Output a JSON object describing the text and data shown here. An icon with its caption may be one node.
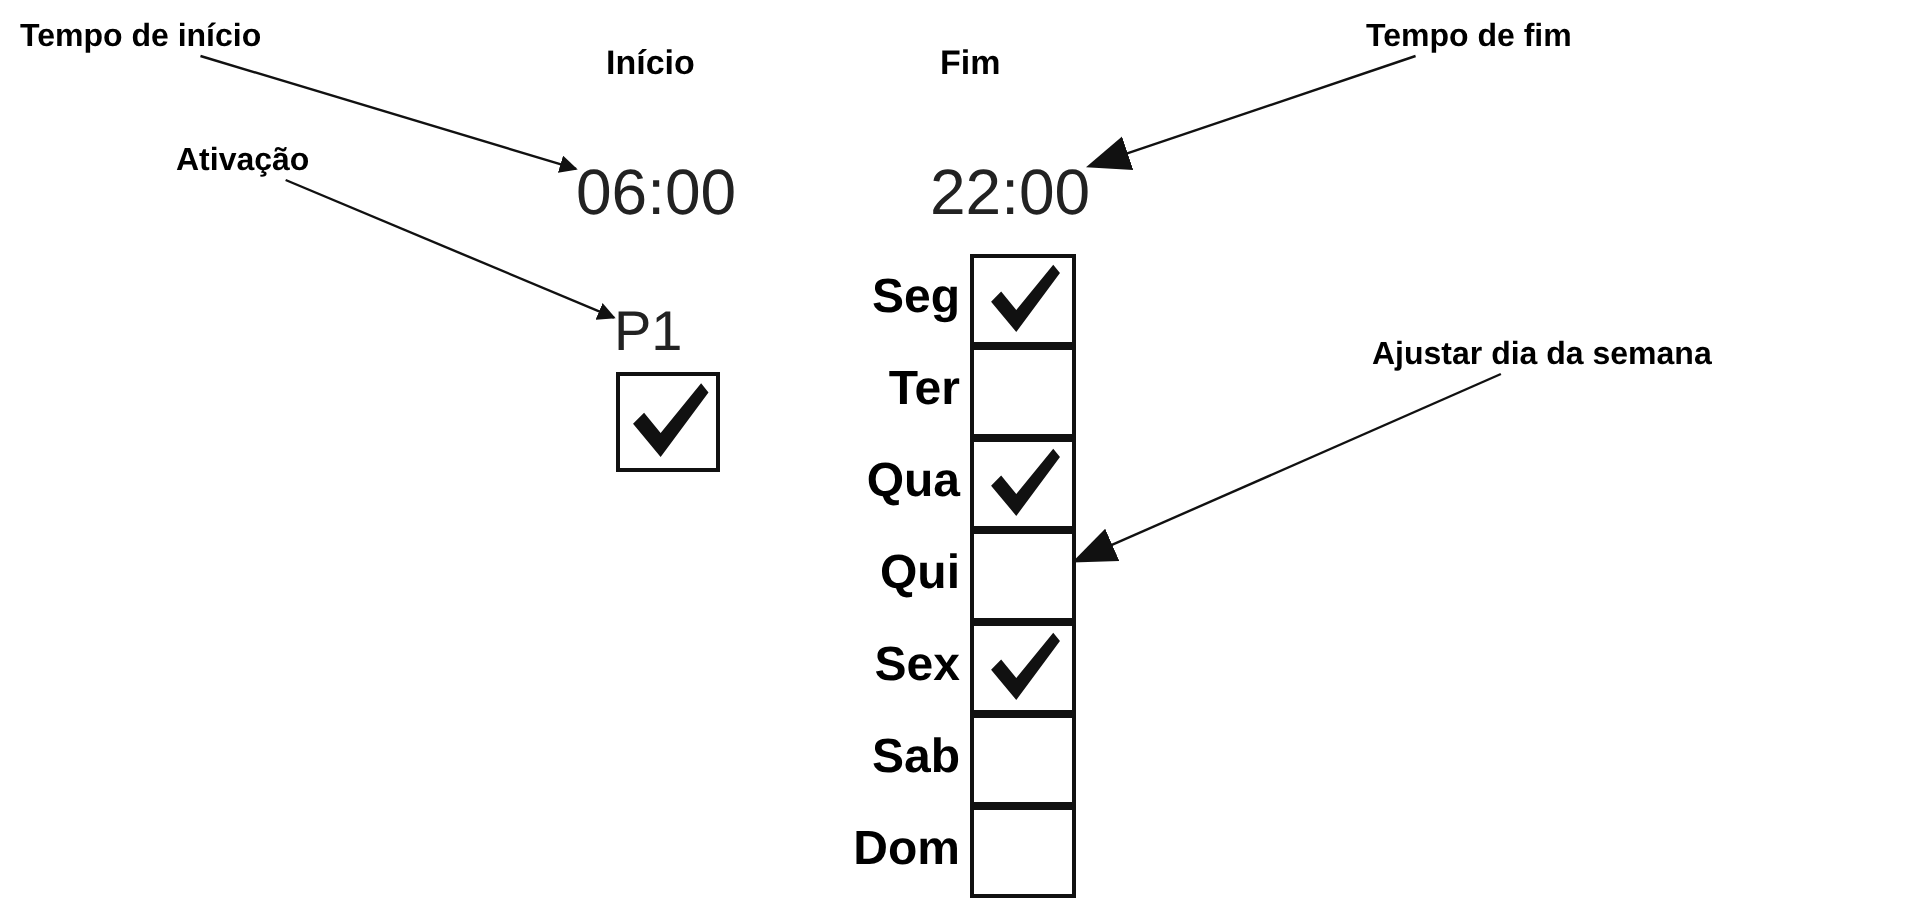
{
  "diagram": {
    "nodes": [
      {
        "text": [
          "Tempo de início"
        ]
      },
      {
        "text": [
          "Tempo de fim"
        ]
      },
      {
        "text": [
          "06:00"
        ]
      },
      {
        "text": [
          "22:00"
        ]
      },
      {
        "text": [
          "Ativação"
        ]
      },
      {
        "text": [
          "P1"
        ]
      },
      {
        "text": [],
        "shape": "checkbox"
      },
      {
        "text": [
          "Ajustar dia da semana"
        ]
      },
      {
        "text": [],
        "shape": "box"
      },
      {
        "text": [],
        "shape": "checkbox",
        "in": 8
      },
      {
        "text": [],
        "shape": "box",
        "in": 8
      },
      {
        "text": [],
        "shape": "checkbox",
        "in": 8
      },
      {
        "text": [],
        "shape": "box",
        "in": 8
      },
      {
        "text": [],
        "shape": "checkbox",
        "in": 8
      },
      {
        "text": [],
        "shape": "box",
        "in": 8
      },
      {
        "text": [],
        "shape": "box",
        "in": 8
      }
    ],
    "edges": [
      {
        "from": 0,
        "to": 2,
        "arrow": "to"
      },
      {
        "from": 1,
        "to": 3,
        "arrow": "to"
      },
      {
        "from": 4,
        "to": 5,
        "arrow": "to"
      },
      {
        "from": 7,
        "to": 8,
        "arrow": "to"
      }
    ],
    "labels": [
      "Início",
      "Fim",
      "Seg",
      "Ter",
      "Qua",
      "Qui",
      "Sex",
      "Sab",
      "Dom"
    ]
  }
}
